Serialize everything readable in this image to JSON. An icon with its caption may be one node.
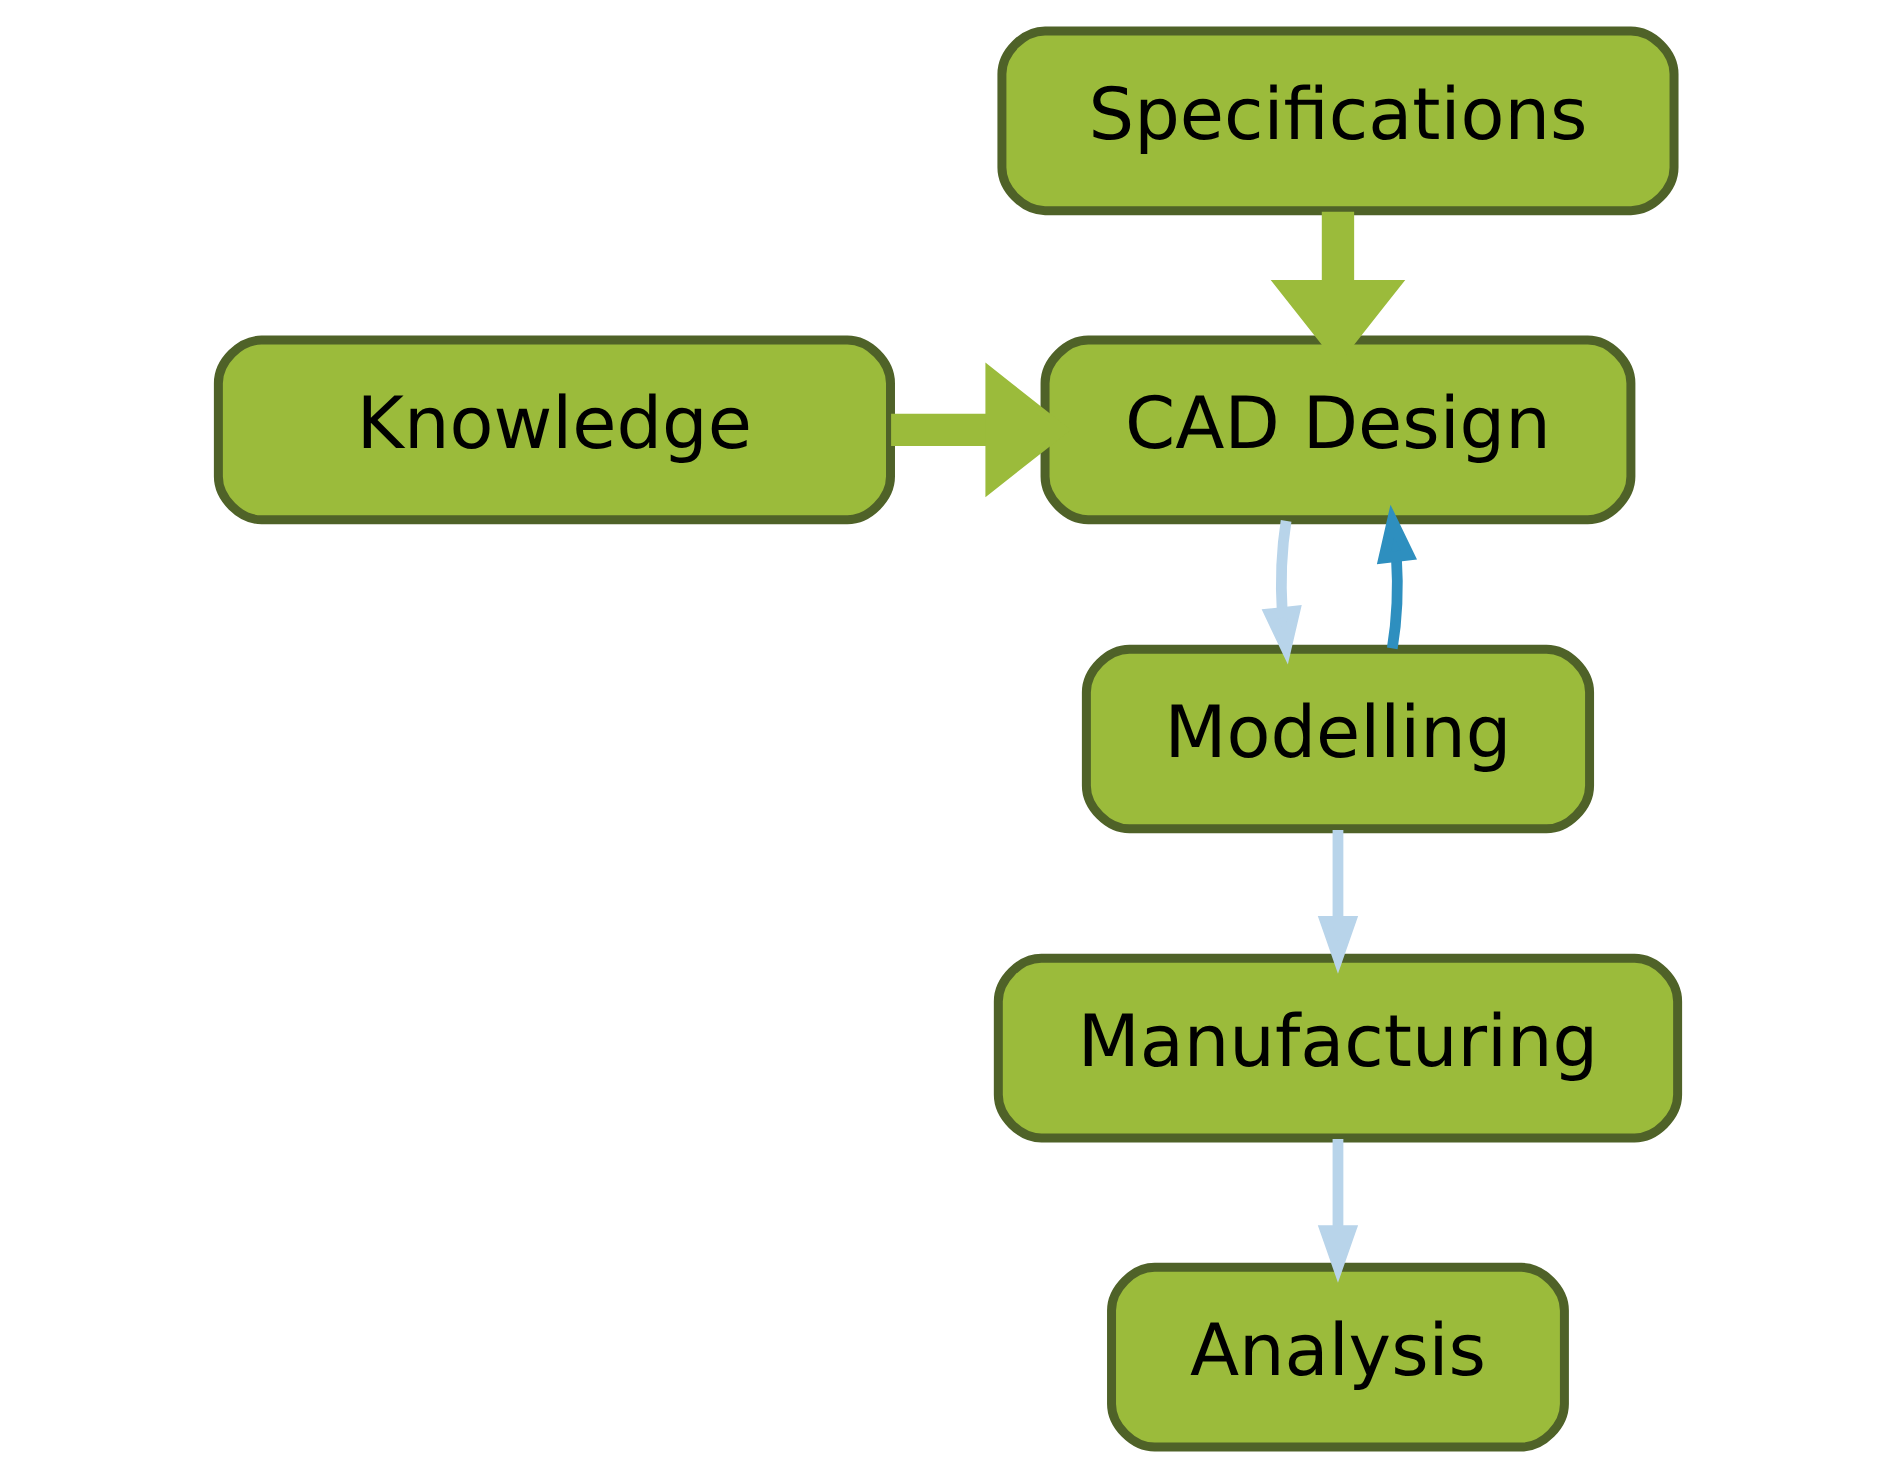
{
  "diagram": {
    "nodes": [
      {
        "text": [
          "Specifications"
        ]
      },
      {
        "text": [
          "Knowledge"
        ]
      },
      {
        "text": [
          "CAD Design"
        ]
      },
      {
        "text": [
          "Modelling"
        ]
      },
      {
        "text": [
          "Manufacturing"
        ]
      },
      {
        "text": [
          "Analysis"
        ]
      }
    ],
    "edges": [
      {
        "from": 0,
        "to": 2,
        "arrow": "to",
        "style": "thick",
        "color": "#9bbb3b"
      },
      {
        "from": 1,
        "to": 2,
        "arrow": "to",
        "style": "thick",
        "color": "#9bbb3b"
      },
      {
        "from": 2,
        "to": 3,
        "arrow": "to"
      },
      {
        "from": 3,
        "to": 2,
        "arrow": "to",
        "color": "#2e8fbf"
      },
      {
        "from": 3,
        "to": 4,
        "arrow": "to"
      },
      {
        "from": 4,
        "to": 5,
        "arrow": "to"
      }
    ]
  }
}
